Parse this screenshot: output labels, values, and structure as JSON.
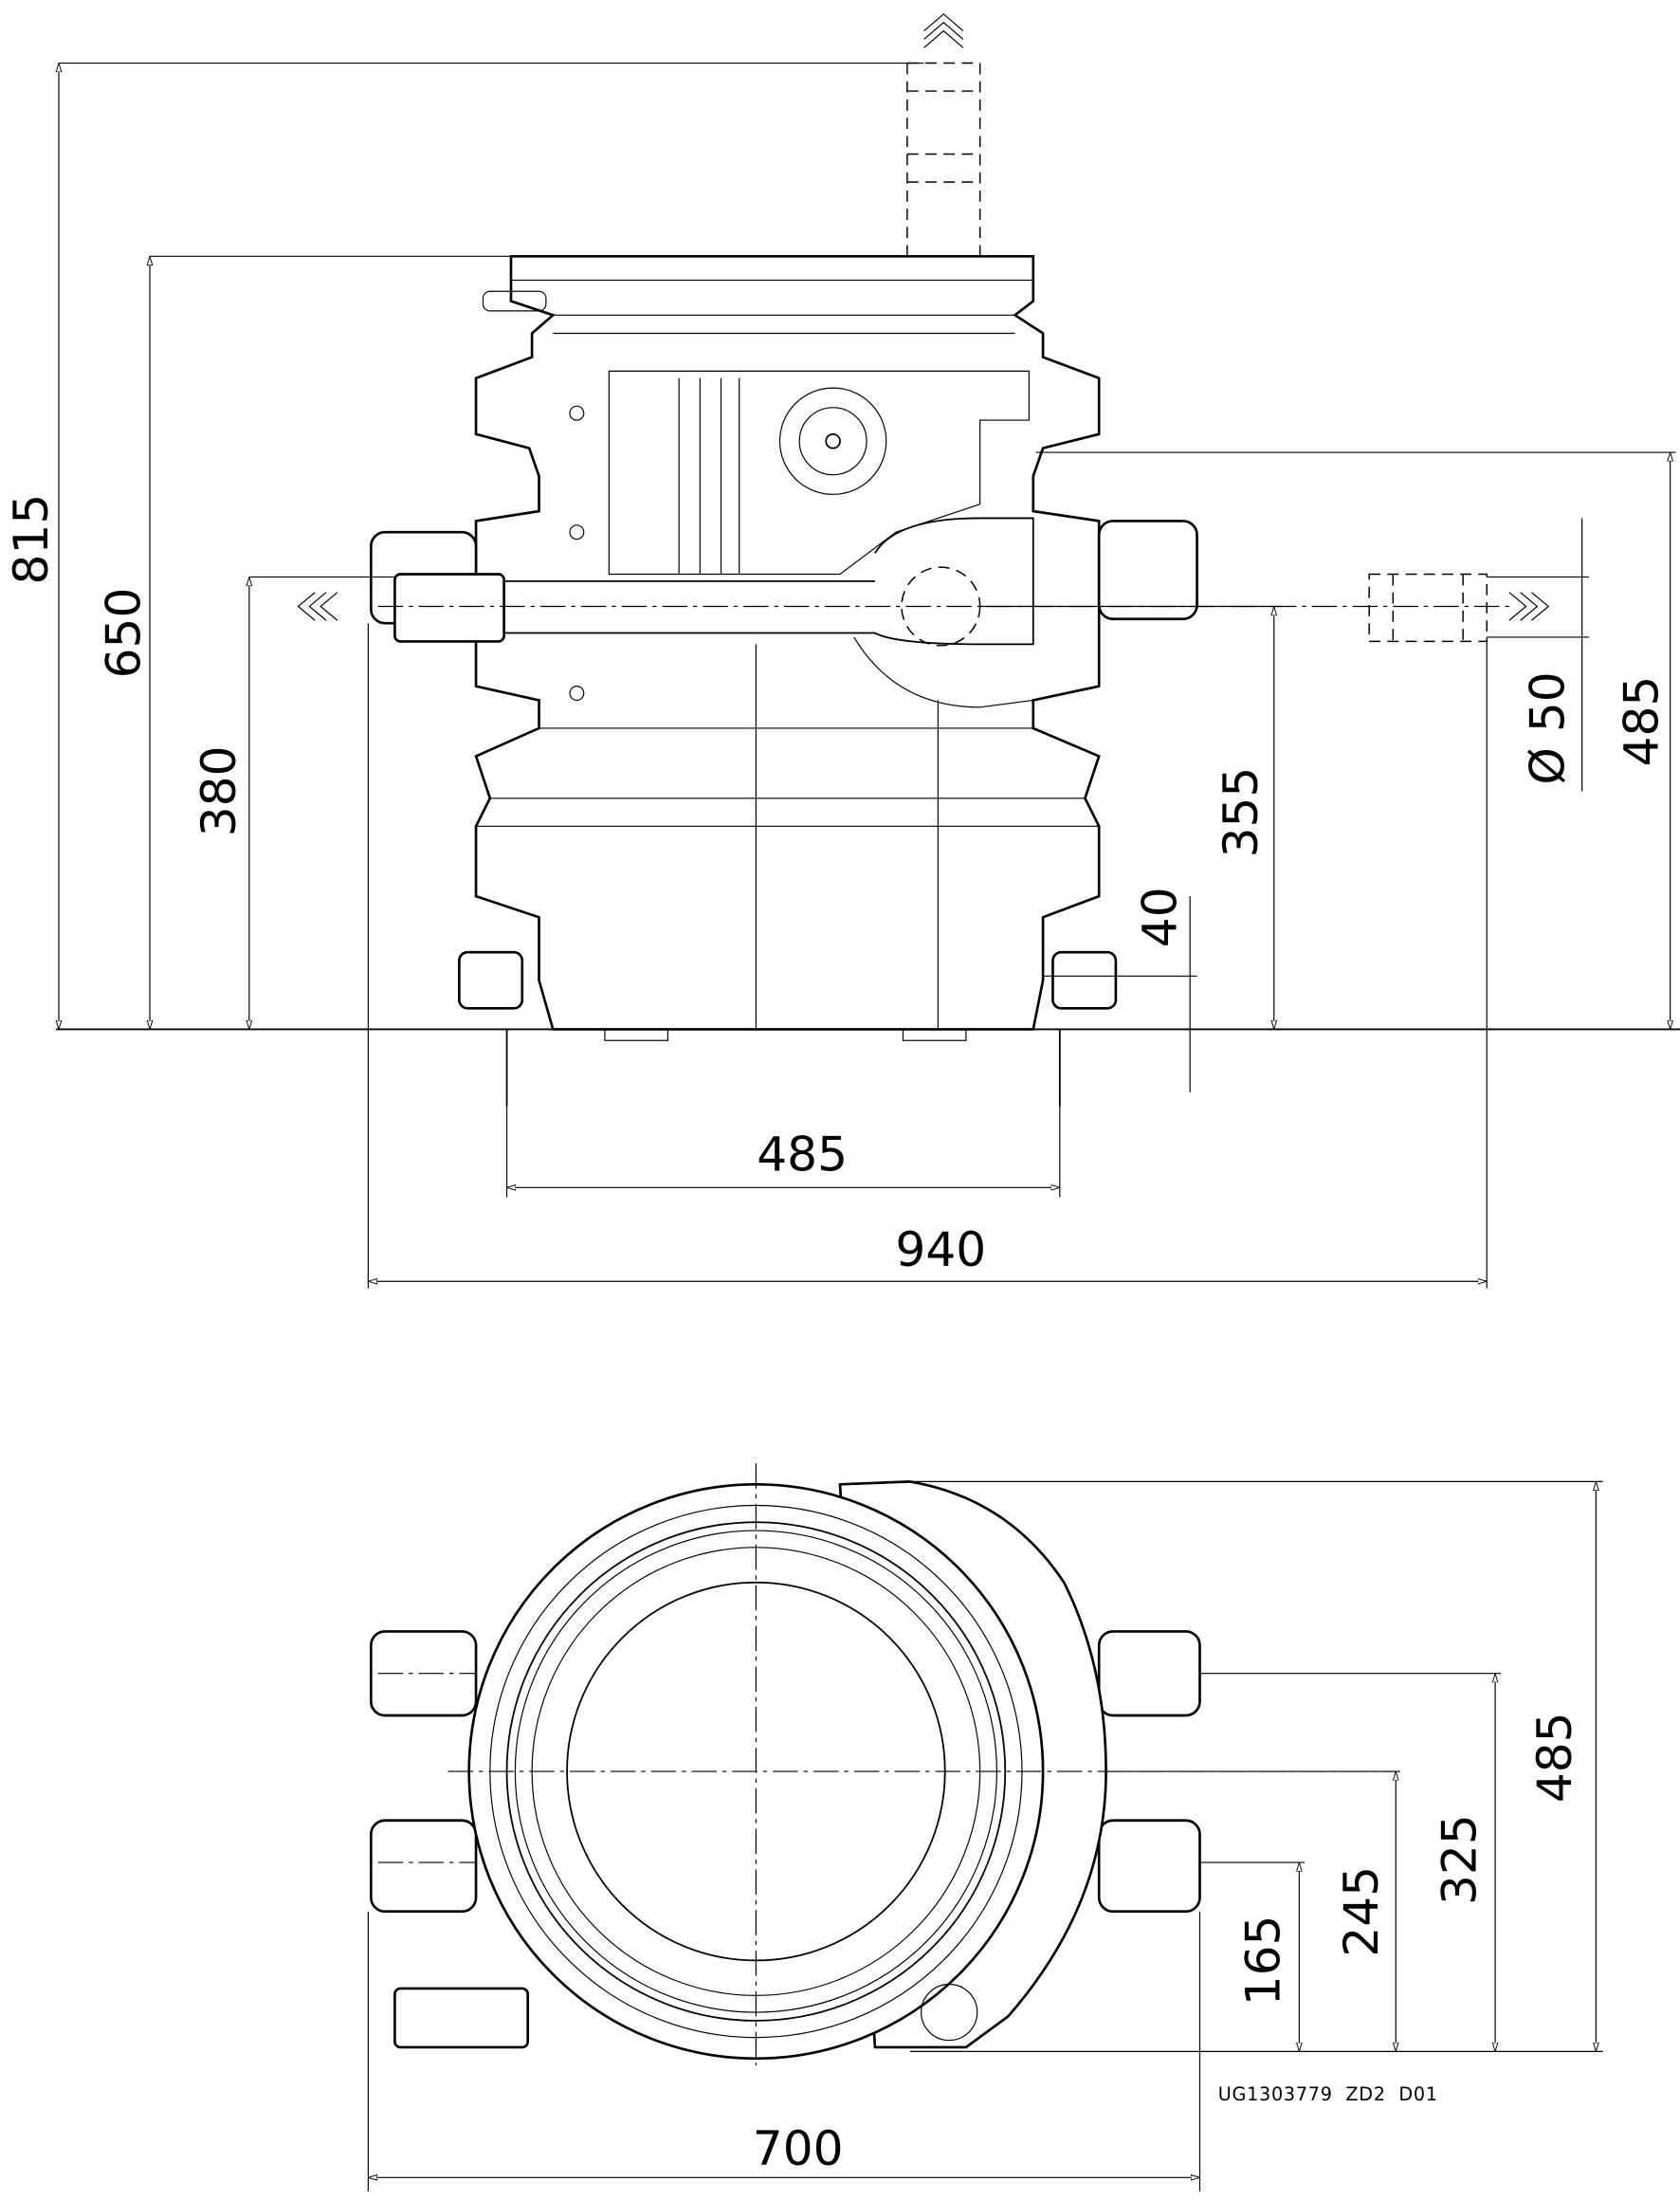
{
  "front_view": {
    "dimensions": {
      "total_height": "815",
      "body_height": "650",
      "inlet_height": "380",
      "outlet_height": "355",
      "foot_height": "40",
      "pipe_diameter": "Ø 50",
      "outlet_top_height": "485",
      "foot_spacing": "485",
      "total_width": "940"
    }
  },
  "top_view": {
    "dimensions": {
      "depth": "485",
      "inlet_upper": "325",
      "center": "245",
      "inlet_lower": "165",
      "width": "700"
    }
  },
  "drawing_code": "UG1303779  ZD2  D01"
}
